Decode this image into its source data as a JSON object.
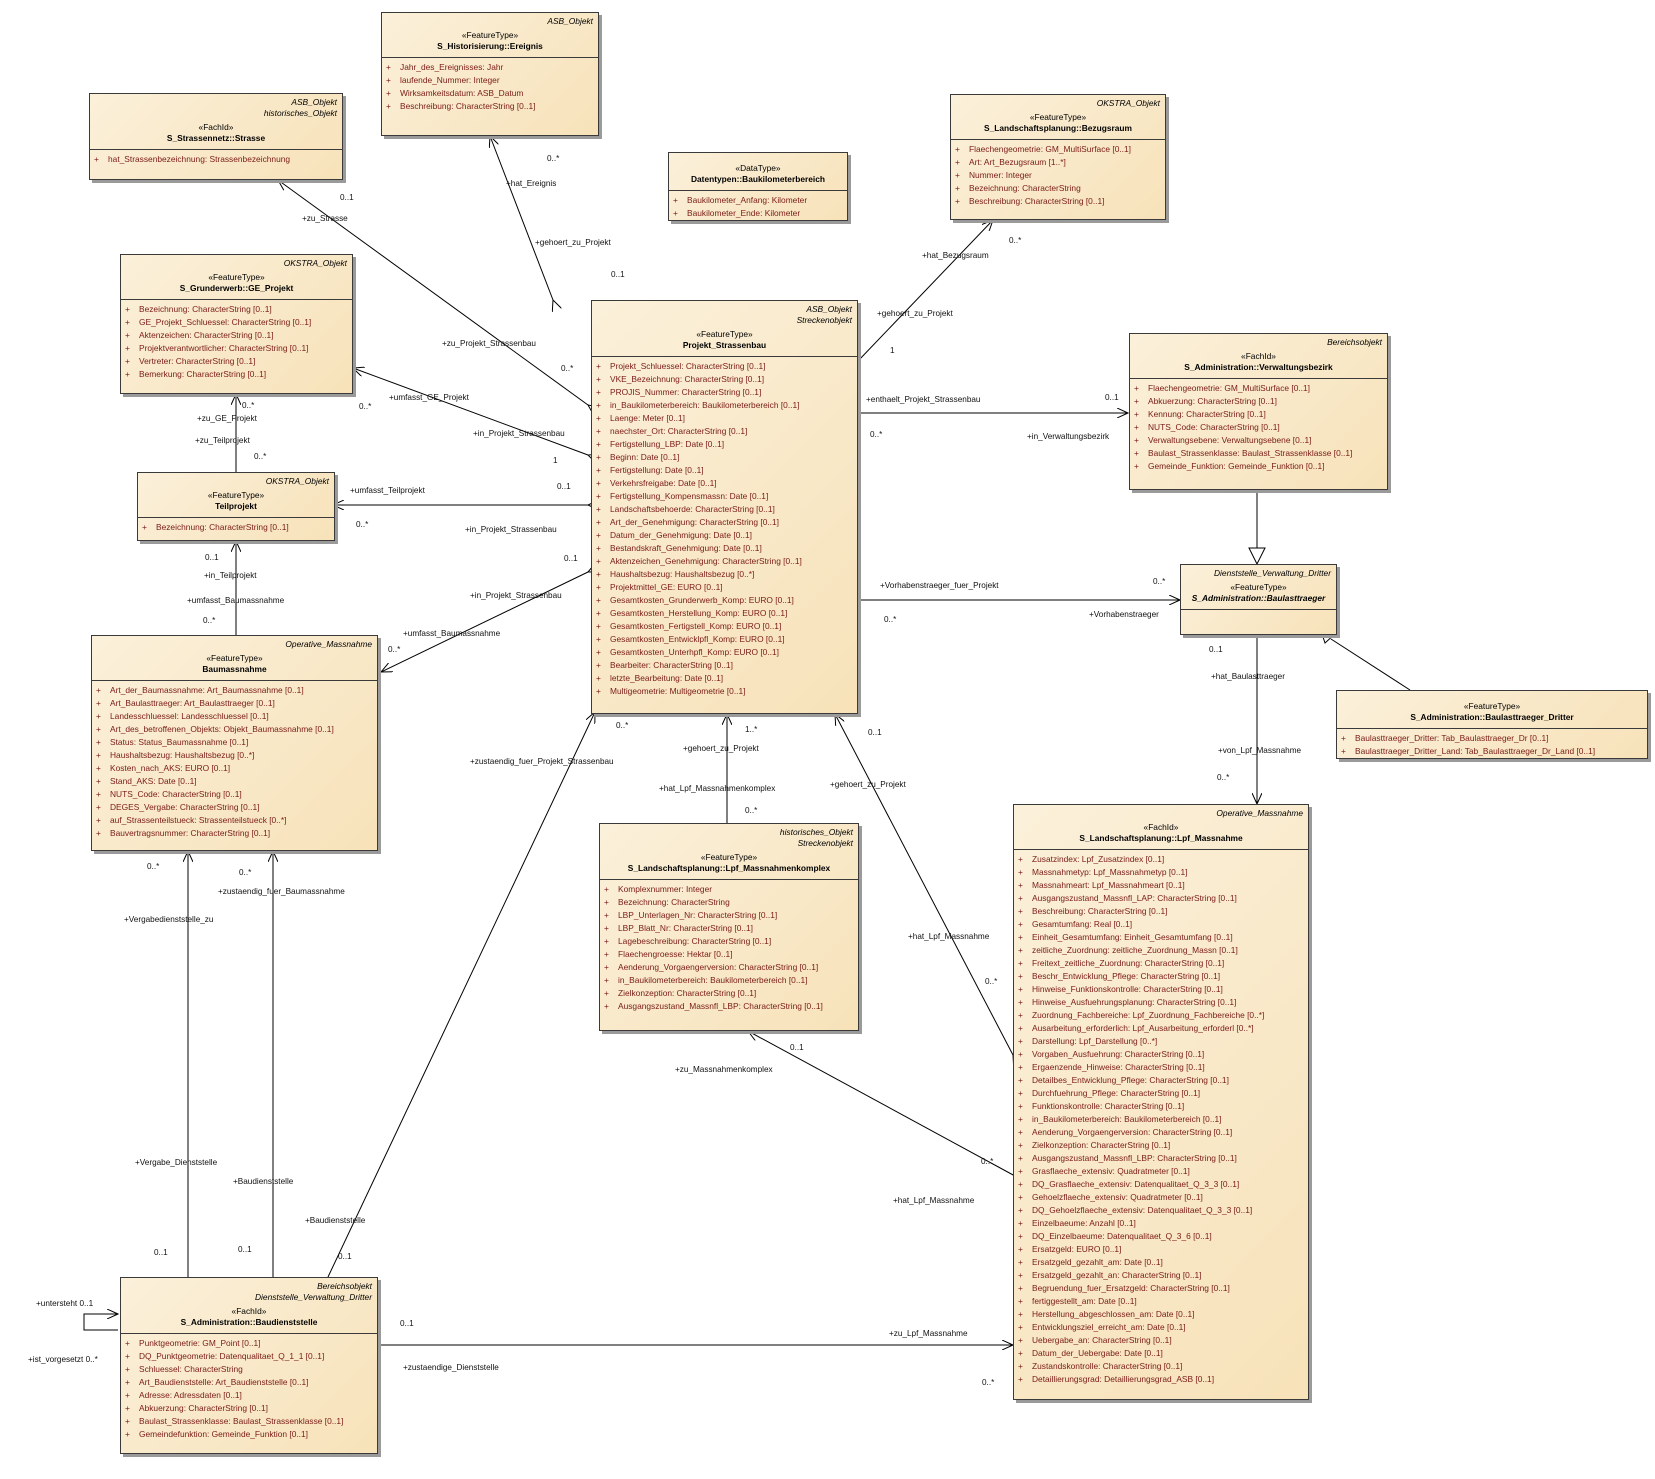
{
  "classes": {
    "ereignis": {
      "tags": [
        "ASB_Objekt"
      ],
      "stereotype": "«FeatureType»",
      "name": "S_Historisierung::Ereignis",
      "attrs": [
        "Jahr_des_Ereignisses: Jahr",
        "laufende_Nummer: Integer",
        "Wirksamkeitsdatum: ASB_Datum",
        "Beschreibung: CharacterString [0..1]"
      ]
    },
    "strasse": {
      "tags": [
        "ASB_Objekt",
        "historisches_Objekt"
      ],
      "stereotype": "«FachId»",
      "name": "S_Strassennetz::Strasse",
      "attrs": [
        "hat_Strassenbezeichnung: Strassenbezeichnung"
      ]
    },
    "baukm": {
      "tags": [],
      "stereotype": "«DataType»",
      "name": "Datentypen::Baukilometerbereich",
      "attrs": [
        "Baukilometer_Anfang: Kilometer",
        "Baukilometer_Ende: Kilometer"
      ]
    },
    "bezugsraum": {
      "tags": [
        "OKSTRA_Objekt"
      ],
      "stereotype": "«FeatureType»",
      "name": "S_Landschaftsplanung::Bezugsraum",
      "attrs": [
        "Flaechengeometrie: GM_MultiSurface [0..1]",
        "Art: Art_Bezugsraum [1..*]",
        "Nummer: Integer",
        "Bezeichnung: CharacterString",
        "Beschreibung: CharacterString [0..1]"
      ]
    },
    "geprojekt": {
      "tags": [
        "OKSTRA_Objekt"
      ],
      "stereotype": "«FeatureType»",
      "name": "S_Grunderwerb::GE_Projekt",
      "attrs": [
        "Bezeichnung: CharacterString [0..1]",
        "GE_Projekt_Schluessel: CharacterString [0..1]",
        "Aktenzeichen: CharacterString [0..1]",
        "Projektverantwortlicher: CharacterString [0..1]",
        "Vertreter: CharacterString [0..1]",
        "Bemerkung: CharacterString [0..1]"
      ]
    },
    "projekt": {
      "tags": [
        "ASB_Objekt",
        "Streckenobjekt"
      ],
      "stereotype": "«FeatureType»",
      "name": "Projekt_Strassenbau",
      "attrs": [
        "Projekt_Schluessel: CharacterString [0..1]",
        "VKE_Bezeichnung: CharacterString [0..1]",
        "PROJIS_Nummer: CharacterString [0..1]",
        "in_Baukilometerbereich: Baukilometerbereich [0..1]",
        "Laenge: Meter [0..1]",
        "naechster_Ort: CharacterString [0..1]",
        "Fertigstellung_LBP: Date [0..1]",
        "Beginn: Date [0..1]",
        "Fertigstellung: Date [0..1]",
        "Verkehrsfreigabe: Date [0..1]",
        "Fertigstellung_Kompensmassn: Date [0..1]",
        "Landschaftsbehoerde: CharacterString [0..1]",
        "Art_der_Genehmigung: CharacterString [0..1]",
        "Datum_der_Genehmigung: Date [0..1]",
        "Bestandskraft_Genehmigung: Date [0..1]",
        "Aktenzeichen_Genehmigung: CharacterString [0..1]",
        "Haushaltsbezug: Haushaltsbezug [0..*]",
        "Projektmittel_GE: EURO [0..1]",
        "Gesamtkosten_Grunderwerb_Komp: EURO [0..1]",
        "Gesamtkosten_Herstellung_Komp: EURO [0..1]",
        "Gesamtkosten_Fertigstell_Komp: EURO [0..1]",
        "Gesamtkosten_Entwicklpfl_Komp: EURO [0..1]",
        "Gesamtkosten_Unterhpfl_Komp: EURO [0..1]",
        "Bearbeiter: CharacterString [0..1]",
        "letzte_Bearbeitung: Date [0..1]",
        "Multigeometrie: Multigeometrie [0..1]"
      ]
    },
    "verwbezirk": {
      "tags": [
        "Bereichsobjekt"
      ],
      "stereotype": "«FachId»",
      "name": "S_Administration::Verwaltungsbezirk",
      "attrs": [
        "Flaechengeometrie: GM_MultiSurface [0..1]",
        "Abkuerzung: CharacterString [0..1]",
        "Kennung: CharacterString [0..1]",
        "NUTS_Code: CharacterString [0..1]",
        "Verwaltungsebene: Verwaltungsebene [0..1]",
        "Baulast_Strassenklasse: Baulast_Strassenklasse [0..1]",
        "Gemeinde_Funktion: Gemeinde_Funktion [0..1]"
      ]
    },
    "teilprojekt": {
      "tags": [
        "OKSTRA_Objekt"
      ],
      "stereotype": "«FeatureType»",
      "name": "Teilprojekt",
      "attrs": [
        "Bezeichnung: CharacterString [0..1]"
      ]
    },
    "baulasttraeger": {
      "tags": [
        "Dienststelle_Verwaltung_Dritter"
      ],
      "stereotype": "«FeatureType»",
      "name": "S_Administration::Baulasttraeger",
      "attrs": []
    },
    "baulastdritter": {
      "tags": [],
      "stereotype": "«FeatureType»",
      "name": "S_Administration::Baulasttraeger_Dritter",
      "attrs": [
        "Baulasttraeger_Dritter: Tab_Baulasttraeger_Dr [0..1]",
        "Baulasttraeger_Dritter_Land: Tab_Baulasttraeger_Dr_Land [0..1]"
      ]
    },
    "baumassnahme": {
      "tags": [
        "Operative_Massnahme"
      ],
      "stereotype": "«FeatureType»",
      "name": "Baumassnahme",
      "attrs": [
        "Art_der_Baumassnahme: Art_Baumassnahme [0..1]",
        "Art_Baulasttraeger: Art_Baulasttraeger [0..1]",
        "Landesschluessel: Landesschluessel [0..1]",
        "Art_des_betroffenen_Objekts: Objekt_Baumassnahme [0..1]",
        "Status: Status_Baumassnahme [0..1]",
        "Haushaltsbezug: Haushaltsbezug [0..*]",
        "Kosten_nach_AKS: EURO [0..1]",
        "Stand_AKS: Date [0..1]",
        "NUTS_Code: CharacterString [0..1]",
        "DEGES_Vergabe: CharacterString [0..1]",
        "auf_Strassenteilstueck: Strassenteilstueck [0..*]",
        "Bauvertragsnummer: CharacterString [0..1]"
      ]
    },
    "komplex": {
      "tags": [
        "historisches_Objekt",
        "Streckenobjekt"
      ],
      "stereotype": "«FeatureType»",
      "name": "S_Landschaftsplanung::Lpf_Massnahmenkomplex",
      "attrs": [
        "Komplexnummer: Integer",
        "Bezeichnung: CharacterString",
        "LBP_Unterlagen_Nr: CharacterString [0..1]",
        "LBP_Blatt_Nr: CharacterString [0..1]",
        "Lagebeschreibung: CharacterString [0..1]",
        "Flaechengroesse: Hektar [0..1]",
        "Aenderung_Vorgaengerversion: CharacterString [0..1]",
        "in_Baukilometerbereich: Baukilometerbereich [0..1]",
        "Zielkonzeption: CharacterString [0..1]",
        "Ausgangszustand_Massnfl_LBP: CharacterString [0..1]"
      ]
    },
    "lpfmassnahme": {
      "tags": [
        "Operative_Massnahme"
      ],
      "stereotype": "«FachId»",
      "name": "S_Landschaftsplanung::Lpf_Massnahme",
      "attrs": [
        "Zusatzindex: Lpf_Zusatzindex [0..1]",
        "Massnahmetyp: Lpf_Massnahmetyp [0..1]",
        "Massnahmeart: Lpf_Massnahmeart [0..1]",
        "Ausgangszustand_Massnfl_LAP: CharacterString [0..1]",
        "Beschreibung: CharacterString [0..1]",
        "Gesamtumfang: Real [0..1]",
        "Einheit_Gesamtumfang: Einheit_Gesamtumfang [0..1]",
        "zeitliche_Zuordnung: zeitliche_Zuordnung_Massn [0..1]",
        "Freitext_zeitliche_Zuordnung: CharacterString [0..1]",
        "Beschr_Entwicklung_Pflege: CharacterString [0..1]",
        "Hinweise_Funktionskontrolle: CharacterString [0..1]",
        "Hinweise_Ausfuehrungsplanung: CharacterString [0..1]",
        "Zuordnung_Fachbereiche: Lpf_Zuordnung_Fachbereiche [0..*]",
        "Ausarbeitung_erforderlich: Lpf_Ausarbeitung_erforderl [0..*]",
        "Darstellung: Lpf_Darstellung [0..*]",
        "Vorgaben_Ausfuehrung: CharacterString [0..1]",
        "Ergaenzende_Hinweise: CharacterString [0..1]",
        "Detailbes_Entwicklung_Pflege: CharacterString [0..1]",
        "Durchfuehrung_Pflege: CharacterString [0..1]",
        "Funktionskontrolle: CharacterString [0..1]",
        "in_Baukilometerbereich: Baukilometerbereich [0..1]",
        "Aenderung_Vorgaengerversion: CharacterString [0..1]",
        "Zielkonzeption: CharacterString [0..1]",
        "Ausgangszustand_Massnfl_LBP: CharacterString [0..1]",
        "Grasflaeche_extensiv: Quadratmeter [0..1]",
        "DQ_Grasflaeche_extensiv: Datenqualitaet_Q_3_3 [0..1]",
        "Gehoelzflaeche_extensiv: Quadratmeter [0..1]",
        "DQ_Gehoelzflaeche_extensiv: Datenqualitaet_Q_3_3 [0..1]",
        "Einzelbaeume: Anzahl [0..1]",
        "DQ_Einzelbaeume: Datenqualitaet_Q_3_6 [0..1]",
        "Ersatzgeld: EURO [0..1]",
        "Ersatzgeld_gezahlt_am: Date [0..1]",
        "Ersatzgeld_gezahlt_an: CharacterString [0..1]",
        "Begruendung_fuer_Ersatzgeld: CharacterString [0..1]",
        "fertiggestellt_am: Date [0..1]",
        "Herstellung_abgeschlossen_am: Date [0..1]",
        "Entwicklungsziel_erreicht_am: Date [0..1]",
        "Uebergabe_an: CharacterString [0..1]",
        "Datum_der_Uebergabe: Date [0..1]",
        "Zustandskontrolle: CharacterString [0..1]",
        "Detaillierungsgrad: Detaillierungsgrad_ASB [0..1]"
      ]
    },
    "baudienststelle": {
      "tags": [
        "Bereichsobjekt",
        "Dienststelle_Verwaltung_Dritter"
      ],
      "stereotype": "«FachId»",
      "name": "S_Administration::Baudienststelle",
      "attrs": [
        "Punktgeometrie: GM_Point [0..1]",
        "DQ_Punktgeometrie: Datenqualitaet_Q_1_1 [0..1]",
        "Schluessel: CharacterString",
        "Art_Baudienststelle: Art_Baudienststelle [0..1]",
        "Adresse: Adressdaten [0..1]",
        "Abkuerzung: CharacterString [0..1]",
        "Baulast_Strassenklasse: Baulast_Strassenklasse [0..1]",
        "Gemeindefunktion: Gemeinde_Funktion [0..1]"
      ]
    }
  },
  "labels": {
    "l01": "0..*",
    "l02": "+hat_Ereignis",
    "l03": "+gehoert_zu_Projekt",
    "l04": "0..1",
    "l05": "0..1",
    "l06": "+zu_Strasse",
    "l07": "+zu_Projekt_Strassenbau",
    "l08": "0..*",
    "l09": "0..*",
    "l10": "+hat_Bezugsraum",
    "l11": "+gehoert_zu_Projekt",
    "l12": "1",
    "l13": "+umfasst_GE_Projekt",
    "l14": "0..*",
    "l15": "+in_Projekt_Strassenbau",
    "l16": "1",
    "l17": "0..*",
    "l18": "+zu_GE_Projekt",
    "l19": "+zu_Teilprojekt",
    "l20": "0..*",
    "l21": "+enthaelt_Projekt_Strassenbau",
    "l22": "0..1",
    "l23": "0..*",
    "l24": "+in_Verwaltungsbezirk",
    "l25": "+umfasst_Teilprojekt",
    "l26": "0..1",
    "l27": "0..*",
    "l28": "+in_Projekt_Strassenbau",
    "l29": "0..1",
    "l30": "+in_Teilprojekt",
    "l31": "+umfasst_Baumassnahme",
    "l32": "0..*",
    "l33": "0..1",
    "l34": "+in_Projekt_Strassenbau",
    "l35": "+umfasst_Baumassnahme",
    "l36": "0..*",
    "l37": "+Vorhabenstraeger_fuer_Projekt",
    "l38": "0..*",
    "l39": "0..*",
    "l40": "+Vorhabenstraeger",
    "l41": "0..1",
    "l42": "+hat_Baulasttraeger",
    "l43": "+von_Lpf_Massnahme",
    "l44": "0..*",
    "l45": "0..*",
    "l46": "+zustaendig_fuer_Projekt_Strassenbau",
    "l47": "1..*",
    "l48": "+gehoert_zu_Projekt",
    "l49": "+hat_Lpf_Massnahmenkomplex",
    "l50": "0..*",
    "l51": "0..1",
    "l52": "+gehoert_zu_Projekt",
    "l53": "+hat_Lpf_Massnahme",
    "l54": "0..*",
    "l55": "0..*",
    "l56": "0..*",
    "l57": "+zustaendig_fuer_Baumassnahme",
    "l58": "+Vergabedienststelle_zu",
    "l59": "0..1",
    "l60": "+zu_Massnahmenkomplex",
    "l61": "0..*",
    "l62": "+hat_Lpf_Massnahme",
    "l63": "+Vergabe_Dienststelle",
    "l64": "+Baudienststelle",
    "l65": "+Baudienststelle",
    "l66": "0..1",
    "l67": "0..1",
    "l68": "0..1",
    "l69": "+untersteht 0..1",
    "l70": "+ist_vorgesetzt 0..*",
    "l71": "0..1",
    "l72": "+zustaendige_Dienststelle",
    "l73": "+zu_Lpf_Massnahme",
    "l74": "0..*"
  }
}
